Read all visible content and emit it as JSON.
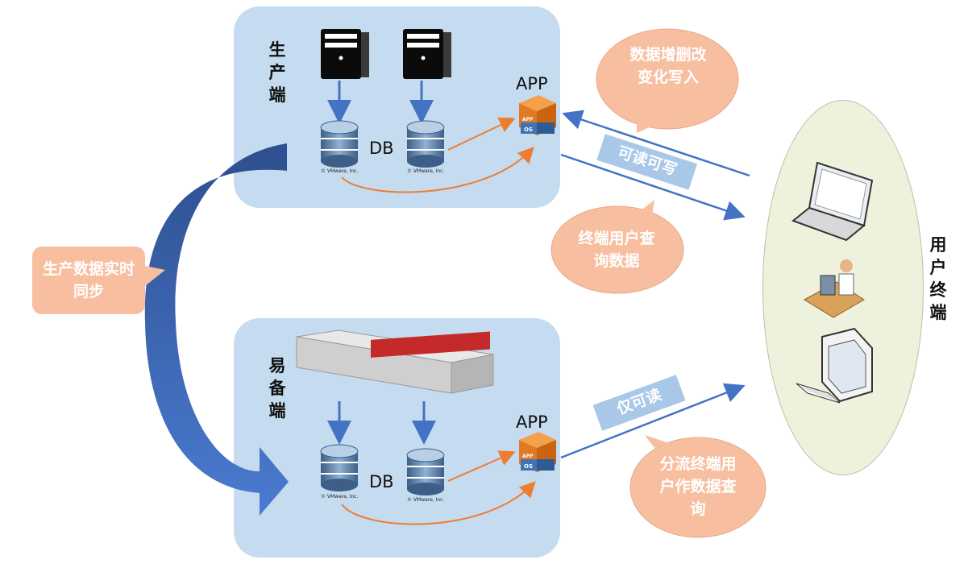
{
  "production": {
    "label": "生产端",
    "db_label": "DB",
    "app_label": "APP"
  },
  "backup": {
    "label": "易备端",
    "db_label": "DB",
    "app_label": "APP"
  },
  "sync_callout": "生产数据实时同步",
  "write_callout": "数据增删改变化写入",
  "query_callout": "终端用户查询数据",
  "backup_query_callout": "分流终端用户作数据查询",
  "rw_tag": "可读可写",
  "ro_tag": "仅可读",
  "user_terminal_label": "用户终端",
  "db_credit": "© VMware, Inc.",
  "app_icon_top": "APP",
  "app_icon_bottom": "OS",
  "colors": {
    "panel": "#c5dbef",
    "arrow_blue": "#4472c4",
    "arrow_orange": "#ed7d31",
    "bubble": "#f7bfa0",
    "tag": "#a9c8e8",
    "ellipse": "#eef2dc"
  }
}
